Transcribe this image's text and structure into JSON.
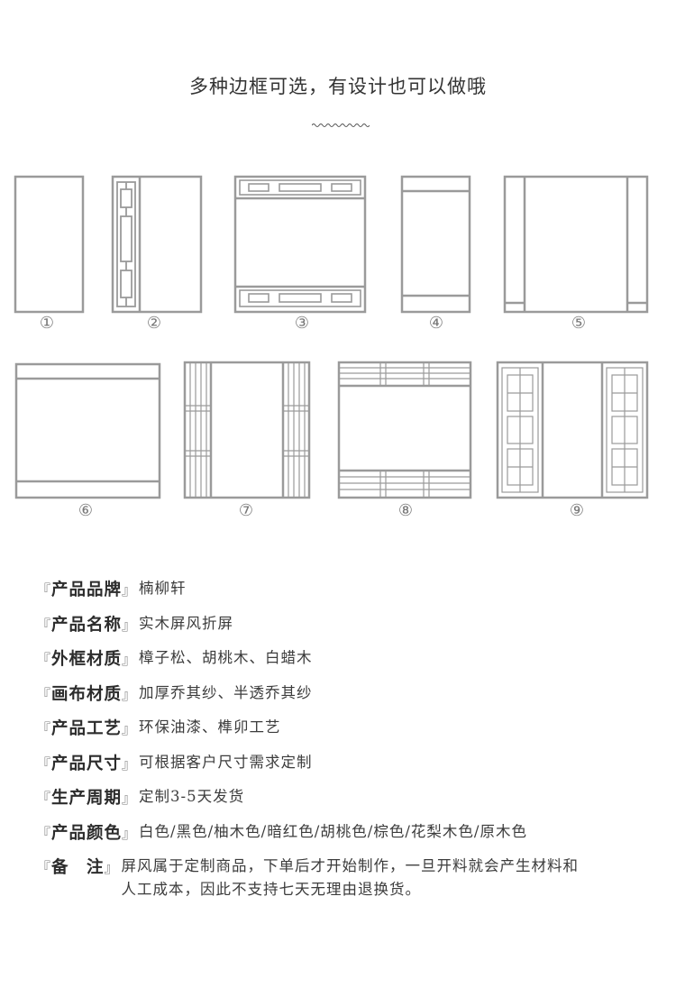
{
  "header": {
    "title": "多种边框可选，有设计也可以做哦"
  },
  "frames": {
    "labels": [
      "①",
      "②",
      "③",
      "④",
      "⑤",
      "⑥",
      "⑦",
      "⑧",
      "⑨"
    ]
  },
  "specs": [
    {
      "label": "产品品牌",
      "value": "楠柳轩"
    },
    {
      "label": "产品名称",
      "value": "实木屏风折屏"
    },
    {
      "label": "外框材质",
      "value": "樟子松、胡桃木、白蜡木"
    },
    {
      "label": "画布材质",
      "value": "加厚乔其纱、半透乔其纱"
    },
    {
      "label": "产品工艺",
      "value": "环保油漆、榫卯工艺"
    },
    {
      "label": "产品尺寸",
      "value": "可根据客户尺寸需求定制"
    },
    {
      "label": "生产周期",
      "value": "定制3-5天发货"
    },
    {
      "label": "产品颜色",
      "value": "白色/黑色/柚木色/暗红色/胡桃色/棕色/花梨木色/原木色"
    },
    {
      "label": "备　注",
      "value": "屏风属于定制商品，下单后才开始制作，一旦开料就会产生材料和人工成本，因此不支持七天无理由退换货。"
    }
  ],
  "brackets": {
    "open": "『",
    "close": "』"
  }
}
